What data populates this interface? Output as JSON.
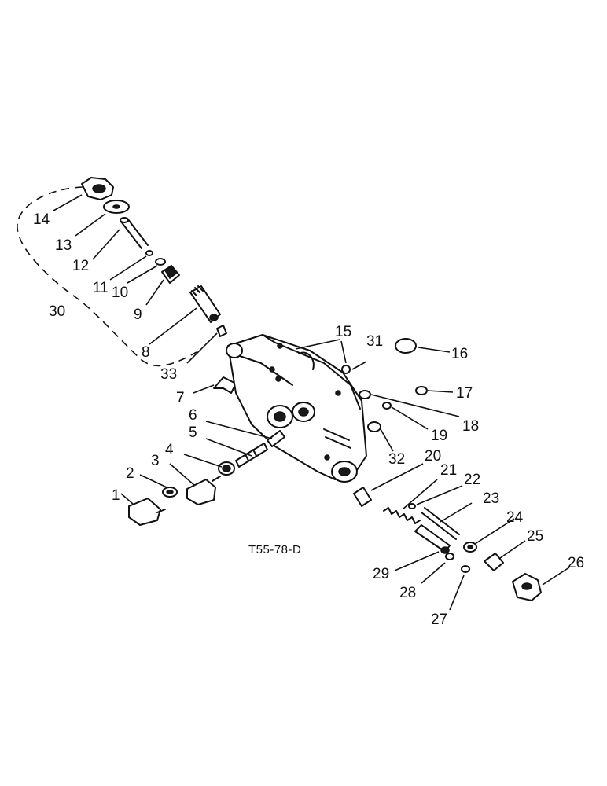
{
  "figure_code": "T55-78-D",
  "labels": {
    "l1": "1",
    "l2": "2",
    "l3": "3",
    "l4": "4",
    "l5": "5",
    "l6": "6",
    "l7": "7",
    "l8": "8",
    "l9": "9",
    "l10": "10",
    "l11": "11",
    "l12": "12",
    "l13": "13",
    "l14": "14",
    "l15": "15",
    "l16": "16",
    "l17": "17",
    "l18": "18",
    "l19": "19",
    "l20": "20",
    "l21": "21",
    "l22": "22",
    "l23": "23",
    "l24": "24",
    "l25": "25",
    "l26": "26",
    "l27": "27",
    "l28": "28",
    "l29": "29",
    "l30": "30",
    "l31": "31",
    "l32": "32",
    "l33": "33"
  }
}
